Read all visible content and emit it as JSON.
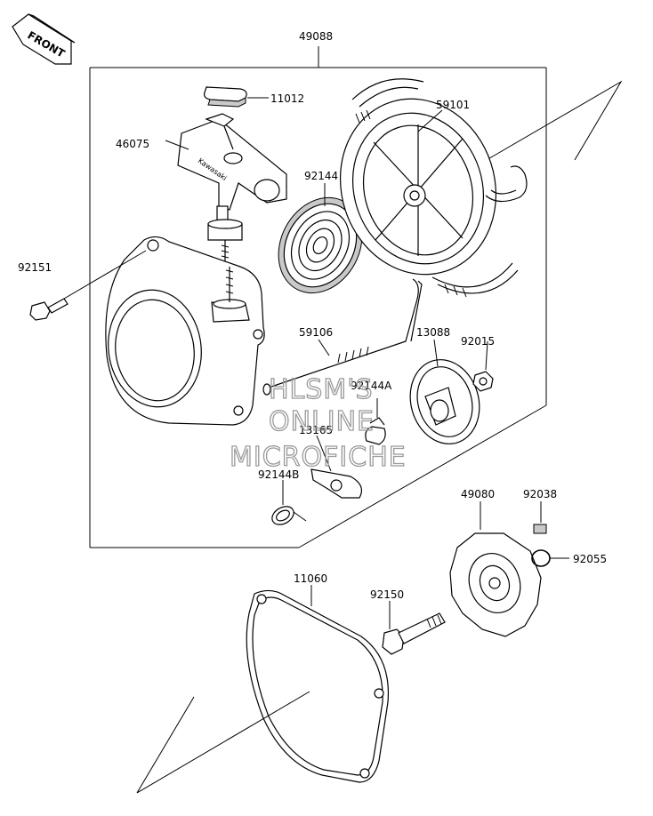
{
  "front_label": "FRONT",
  "watermark": [
    "HLSM'S",
    "ONLINE",
    "MICROFICHE"
  ],
  "parts": {
    "p49088": "49088",
    "p11012": "11012",
    "p46075": "46075",
    "p59101": "59101",
    "p92144": "92144",
    "p92151": "92151",
    "p59106": "59106",
    "p13088": "13088",
    "p92015": "92015",
    "p92144A": "92144A",
    "p13165": "13165",
    "p92144B": "92144B",
    "p49080": "49080",
    "p92038": "92038",
    "p92055": "92055",
    "p11060": "11060",
    "p92150": "92150"
  },
  "handle_brand": "Kawasaki"
}
